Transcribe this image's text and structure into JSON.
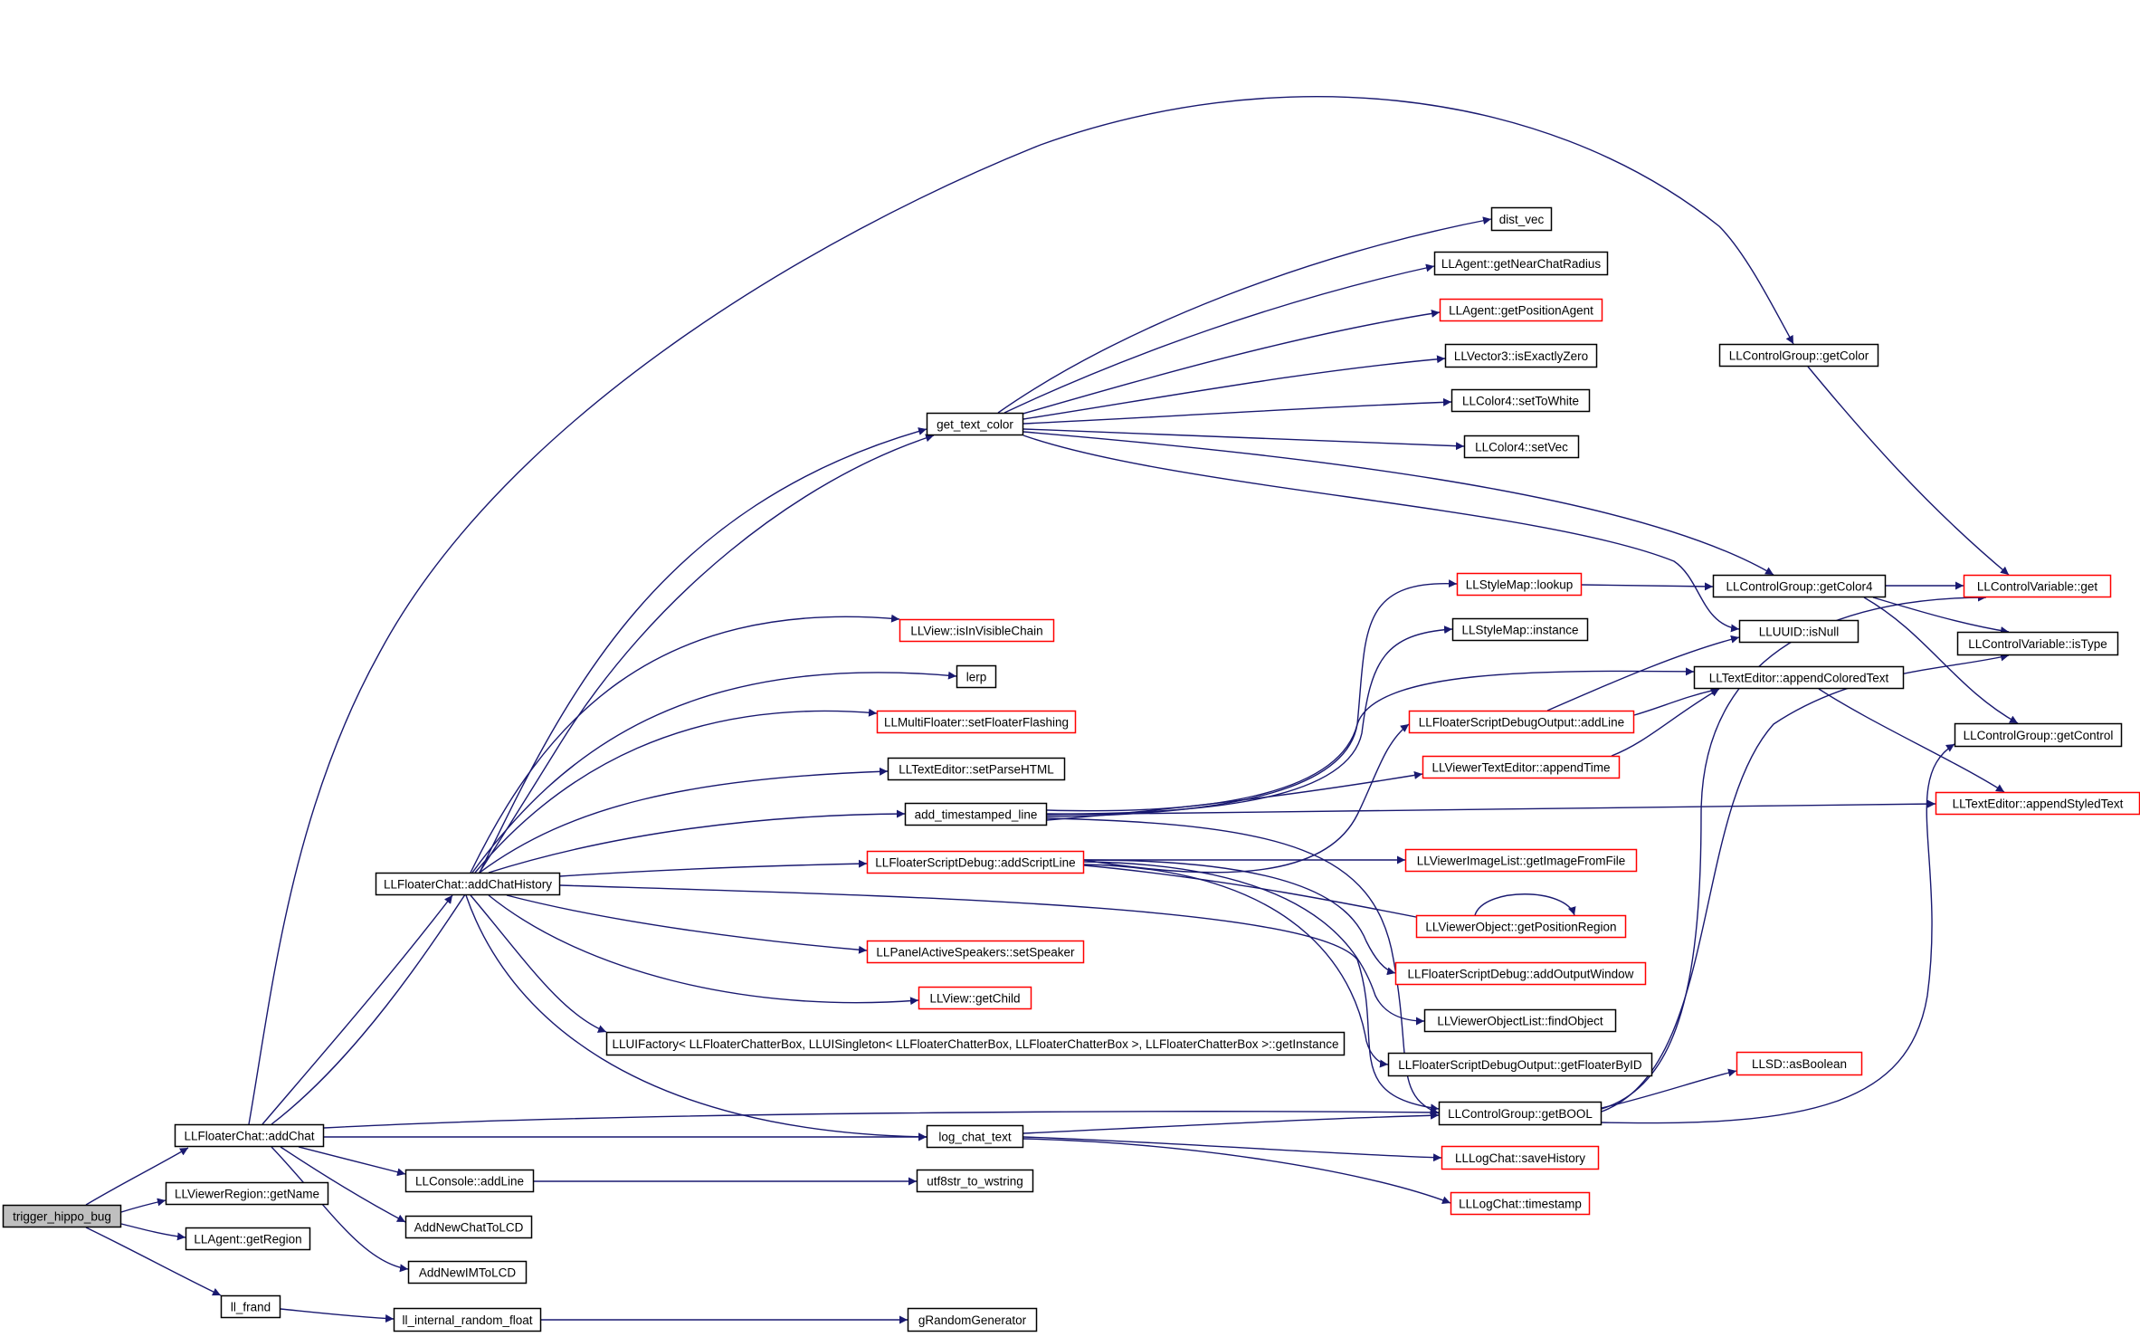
{
  "colors": {
    "edge": "#191970",
    "box_border": "#000000",
    "box_border_alt": "#ff0000",
    "root_fill": "#bfbfbf"
  },
  "nodes": [
    {
      "id": "root",
      "label": "trigger_hippo_bug",
      "style": "root"
    },
    {
      "id": "fc_addChat",
      "label": "LLFloaterChat::addChat",
      "style": "black"
    },
    {
      "id": "vr_getName",
      "label": "LLViewerRegion::getName",
      "style": "black"
    },
    {
      "id": "ag_getRegion",
      "label": "LLAgent::getRegion",
      "style": "black"
    },
    {
      "id": "ll_frand",
      "label": "ll_frand",
      "style": "black"
    },
    {
      "id": "ll_irf",
      "label": "ll_internal_random_float",
      "style": "black"
    },
    {
      "id": "gRandom",
      "label": "gRandomGenerator",
      "style": "black"
    },
    {
      "id": "con_addLine",
      "label": "LLConsole::addLine",
      "style": "black"
    },
    {
      "id": "utf8",
      "label": "utf8str_to_wstring",
      "style": "black"
    },
    {
      "id": "addNewChat",
      "label": "AddNewChatToLCD",
      "style": "black"
    },
    {
      "id": "addNewIM",
      "label": "AddNewIMToLCD",
      "style": "black"
    },
    {
      "id": "fc_addChatHistory",
      "label": "LLFloaterChat::addChatHistory",
      "style": "black"
    },
    {
      "id": "get_text_color",
      "label": "get_text_color",
      "style": "black"
    },
    {
      "id": "dist_vec",
      "label": "dist_vec",
      "style": "black"
    },
    {
      "id": "ag_near",
      "label": "LLAgent::getNearChatRadius",
      "style": "black"
    },
    {
      "id": "ag_pos",
      "label": "LLAgent::getPositionAgent",
      "style": "red"
    },
    {
      "id": "v3_zero",
      "label": "LLVector3::isExactlyZero",
      "style": "black"
    },
    {
      "id": "c4_white",
      "label": "LLColor4::setToWhite",
      "style": "black"
    },
    {
      "id": "c4_setVec",
      "label": "LLColor4::setVec",
      "style": "black"
    },
    {
      "id": "cg_getColor",
      "label": "LLControlGroup::getColor",
      "style": "black"
    },
    {
      "id": "view_vis",
      "label": "LLView::isInVisibleChain",
      "style": "red"
    },
    {
      "id": "lerp",
      "label": "lerp",
      "style": "black"
    },
    {
      "id": "mf_flash",
      "label": "LLMultiFloater::setFloaterFlashing",
      "style": "red"
    },
    {
      "id": "te_parse",
      "label": "LLTextEditor::setParseHTML",
      "style": "black"
    },
    {
      "id": "add_ts_line",
      "label": "add_timestamped_line",
      "style": "black"
    },
    {
      "id": "fsd_addScriptLine",
      "label": "LLFloaterScriptDebug::addScriptLine",
      "style": "red"
    },
    {
      "id": "pas_setSpeaker",
      "label": "LLPanelActiveSpeakers::setSpeaker",
      "style": "red"
    },
    {
      "id": "view_getChild",
      "label": "LLView::getChild",
      "style": "red"
    },
    {
      "id": "uifactory",
      "label": "LLUIFactory< LLFloaterChatterBox, LLUISingleton< LLFloaterChatterBox, LLFloaterChatterBox >, LLFloaterChatterBox >::getInstance",
      "style": "black"
    },
    {
      "id": "log_chat_text",
      "label": "log_chat_text",
      "style": "black"
    },
    {
      "id": "sm_lookup",
      "label": "LLStyleMap::lookup",
      "style": "red"
    },
    {
      "id": "sm_instance",
      "label": "LLStyleMap::instance",
      "style": "black"
    },
    {
      "id": "fsdo_addLine",
      "label": "LLFloaterScriptDebugOutput::addLine",
      "style": "red"
    },
    {
      "id": "vte_appendTime",
      "label": "LLViewerTextEditor::appendTime",
      "style": "red"
    },
    {
      "id": "vil_getImage",
      "label": "LLViewerImageList::getImageFromFile",
      "style": "red"
    },
    {
      "id": "vo_getPosReg",
      "label": "LLViewerObject::getPositionRegion",
      "style": "red"
    },
    {
      "id": "fsd_addOutput",
      "label": "LLFloaterScriptDebug::addOutputWindow",
      "style": "red"
    },
    {
      "id": "vol_find",
      "label": "LLViewerObjectList::findObject",
      "style": "black"
    },
    {
      "id": "fsdo_getFloater",
      "label": "LLFloaterScriptDebugOutput::getFloaterByID",
      "style": "black"
    },
    {
      "id": "cg_getBOOL",
      "label": "LLControlGroup::getBOOL",
      "style": "black"
    },
    {
      "id": "lc_save",
      "label": "LLLogChat::saveHistory",
      "style": "red"
    },
    {
      "id": "lc_ts",
      "label": "LLLogChat::timestamp",
      "style": "red"
    },
    {
      "id": "cg_getColor4",
      "label": "LLControlGroup::getColor4",
      "style": "black"
    },
    {
      "id": "uuid_isNull",
      "label": "LLUUID::isNull",
      "style": "black"
    },
    {
      "id": "te_appendColored",
      "label": "LLTextEditor::appendColoredText",
      "style": "black"
    },
    {
      "id": "sd_asBool",
      "label": "LLSD::asBoolean",
      "style": "red"
    },
    {
      "id": "cv_get",
      "label": "LLControlVariable::get",
      "style": "red"
    },
    {
      "id": "cv_isType",
      "label": "LLControlVariable::isType",
      "style": "black"
    },
    {
      "id": "cg_getControl",
      "label": "LLControlGroup::getControl",
      "style": "black"
    },
    {
      "id": "te_appendStyled",
      "label": "LLTextEditor::appendStyledText",
      "style": "red"
    }
  ],
  "edges": [
    [
      "root",
      "fc_addChat"
    ],
    [
      "root",
      "vr_getName"
    ],
    [
      "root",
      "ag_getRegion"
    ],
    [
      "root",
      "ll_frand"
    ],
    [
      "ll_frand",
      "ll_irf"
    ],
    [
      "ll_irf",
      "gRandom"
    ],
    [
      "fc_addChat",
      "cg_getColor"
    ],
    [
      "fc_addChat",
      "get_text_color"
    ],
    [
      "fc_addChat",
      "fc_addChatHistory"
    ],
    [
      "fc_addChat",
      "cg_getBOOL"
    ],
    [
      "fc_addChat",
      "log_chat_text"
    ],
    [
      "fc_addChat",
      "con_addLine"
    ],
    [
      "fc_addChat",
      "addNewChat"
    ],
    [
      "fc_addChat",
      "addNewIM"
    ],
    [
      "con_addLine",
      "utf8"
    ],
    [
      "fc_addChatHistory",
      "get_text_color"
    ],
    [
      "fc_addChatHistory",
      "view_vis"
    ],
    [
      "fc_addChatHistory",
      "lerp"
    ],
    [
      "fc_addChatHistory",
      "mf_flash"
    ],
    [
      "fc_addChatHistory",
      "te_parse"
    ],
    [
      "fc_addChatHistory",
      "add_ts_line"
    ],
    [
      "fc_addChatHistory",
      "fsd_addScriptLine"
    ],
    [
      "fc_addChatHistory",
      "pas_setSpeaker"
    ],
    [
      "fc_addChatHistory",
      "view_getChild"
    ],
    [
      "fc_addChatHistory",
      "uifactory"
    ],
    [
      "fc_addChatHistory",
      "log_chat_text"
    ],
    [
      "fc_addChatHistory",
      "cg_getBOOL"
    ],
    [
      "get_text_color",
      "dist_vec"
    ],
    [
      "get_text_color",
      "ag_near"
    ],
    [
      "get_text_color",
      "ag_pos"
    ],
    [
      "get_text_color",
      "v3_zero"
    ],
    [
      "get_text_color",
      "c4_white"
    ],
    [
      "get_text_color",
      "c4_setVec"
    ],
    [
      "get_text_color",
      "cg_getColor4"
    ],
    [
      "get_text_color",
      "uuid_isNull"
    ],
    [
      "cg_getColor",
      "cv_get"
    ],
    [
      "add_ts_line",
      "sm_lookup"
    ],
    [
      "add_ts_line",
      "sm_instance"
    ],
    [
      "add_ts_line",
      "te_appendColored"
    ],
    [
      "add_ts_line",
      "vte_appendTime"
    ],
    [
      "add_ts_line",
      "te_appendStyled"
    ],
    [
      "add_ts_line",
      "cg_getBOOL"
    ],
    [
      "fsd_addScriptLine",
      "fsdo_addLine"
    ],
    [
      "fsd_addScriptLine",
      "vil_getImage"
    ],
    [
      "fsd_addScriptLine",
      "vo_getPosReg"
    ],
    [
      "fsd_addScriptLine",
      "fsd_addOutput"
    ],
    [
      "fsd_addScriptLine",
      "vol_find"
    ],
    [
      "fsd_addScriptLine",
      "fsdo_getFloater"
    ],
    [
      "vo_getPosReg",
      "vo_getPosReg"
    ],
    [
      "log_chat_text",
      "cg_getBOOL"
    ],
    [
      "log_chat_text",
      "lc_save"
    ],
    [
      "log_chat_text",
      "lc_ts"
    ],
    [
      "sm_lookup",
      "cg_getColor4"
    ],
    [
      "fsdo_addLine",
      "uuid_isNull"
    ],
    [
      "fsdo_addLine",
      "te_appendColored"
    ],
    [
      "vte_appendTime",
      "te_appendColored"
    ],
    [
      "te_appendColored",
      "te_appendStyled"
    ],
    [
      "cg_getBOOL",
      "sd_asBool"
    ],
    [
      "cg_getBOOL",
      "cv_get"
    ],
    [
      "cg_getBOOL",
      "cv_isType"
    ],
    [
      "cg_getBOOL",
      "cg_getControl"
    ],
    [
      "cg_getColor4",
      "cv_get"
    ],
    [
      "cg_getColor4",
      "cv_isType"
    ],
    [
      "cg_getColor4",
      "cg_getControl"
    ]
  ]
}
